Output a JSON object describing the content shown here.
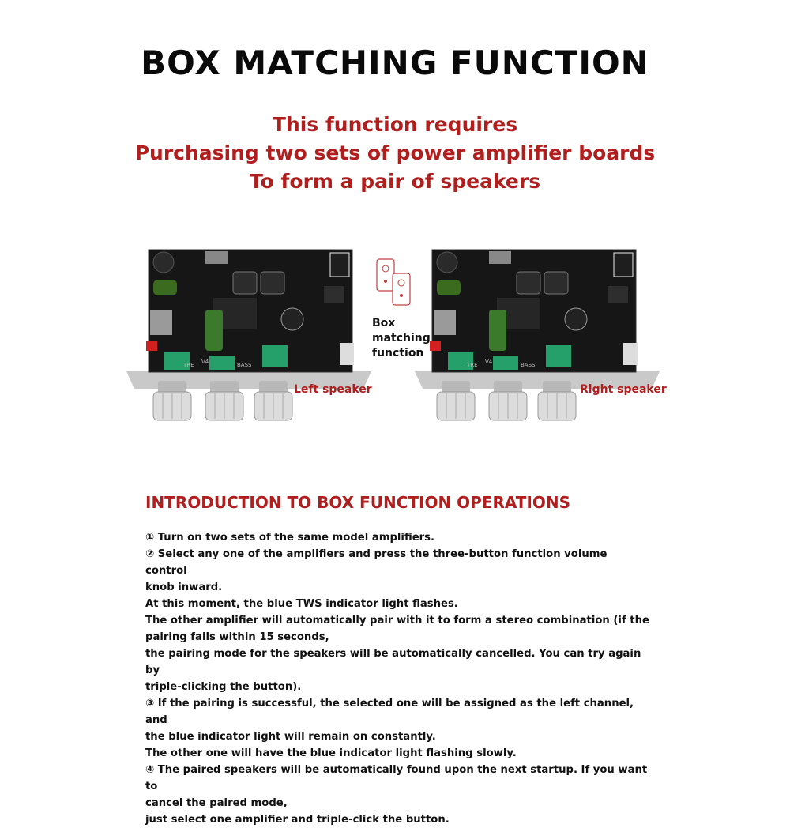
{
  "header": {
    "title": "BOX MATCHING FUNCTION",
    "subtitle_lines": [
      "This function requires",
      "Purchasing two sets of power amplifier boards",
      "To form a pair of speakers"
    ]
  },
  "figure": {
    "board_silkscreen": [
      "TRE",
      "V4",
      "BASS"
    ],
    "middle_label_lines": [
      "Box",
      "matching",
      "function"
    ],
    "left_label": "Left speaker",
    "right_label": "Right speaker"
  },
  "intro": {
    "heading": "INTRODUCTION TO BOX FUNCTION OPERATIONS",
    "lines": [
      "① Turn on two sets of the same model amplifiers.",
      "② Select any one of the amplifiers and press the three-button function volume control",
      "knob inward.",
      "At this moment, the blue TWS indicator light flashes.",
      "The other amplifier will automatically pair with it to form a stereo combination (if the",
      "pairing fails within 15 seconds,",
      "the pairing mode for the speakers will be automatically cancelled. You can try again by",
      "triple-clicking the button).",
      "③ If the pairing is successful, the selected one will be assigned as the left channel, and",
      "the blue indicator light will remain on constantly.",
      "The other one will have the blue indicator light flashing slowly.",
      "④ The paired speakers will be automatically found upon the next startup. If you want to",
      "cancel the paired mode,",
      "just select one amplifier and triple-click the button."
    ]
  }
}
